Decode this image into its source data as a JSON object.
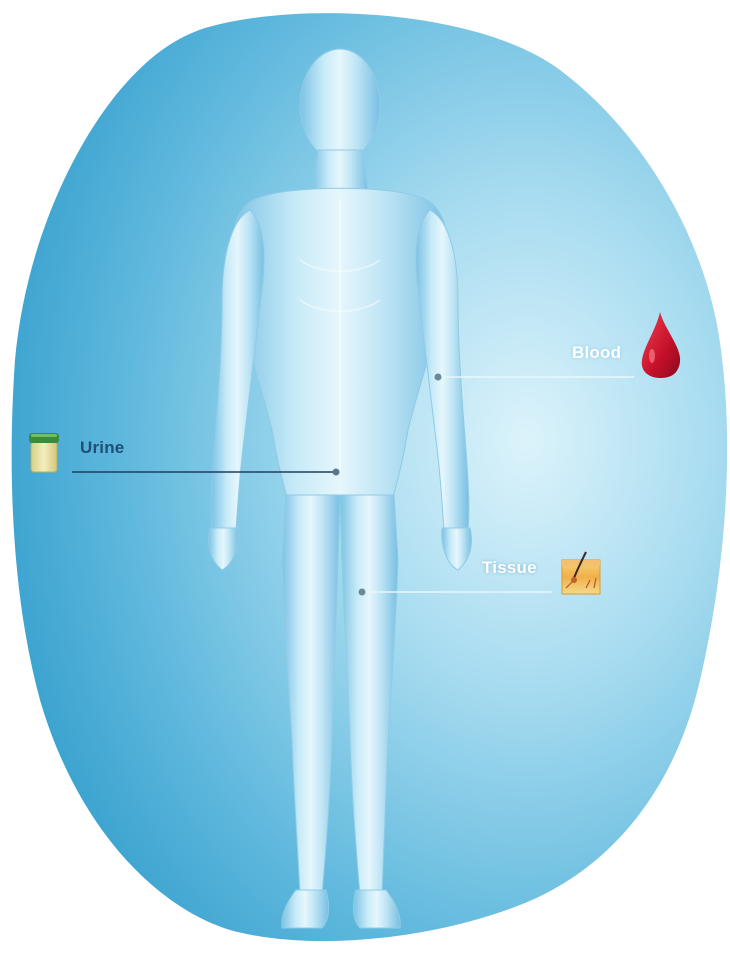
{
  "labels": {
    "blood": "Blood",
    "urine": "Urine",
    "tissue": "Tissue"
  },
  "colors": {
    "blob_center": "#d6f0fa",
    "blob_edge": "#3aa6d2",
    "body_light": "#e4f5fc",
    "body_mid": "#9fd3ec",
    "body_dark": "#5ab0d8",
    "blood_label": "#ffffff",
    "urine_label": "#1f4f78",
    "tissue_label": "#ffffff",
    "blood_drop": "#c0102a",
    "urine_cup_lid": "#3c8a3c",
    "urine_cup_body": "#e9e2a6"
  },
  "icons": {
    "blood": "blood-drop-icon",
    "urine": "urine-cup-icon",
    "tissue": "skin-tissue-icon"
  }
}
